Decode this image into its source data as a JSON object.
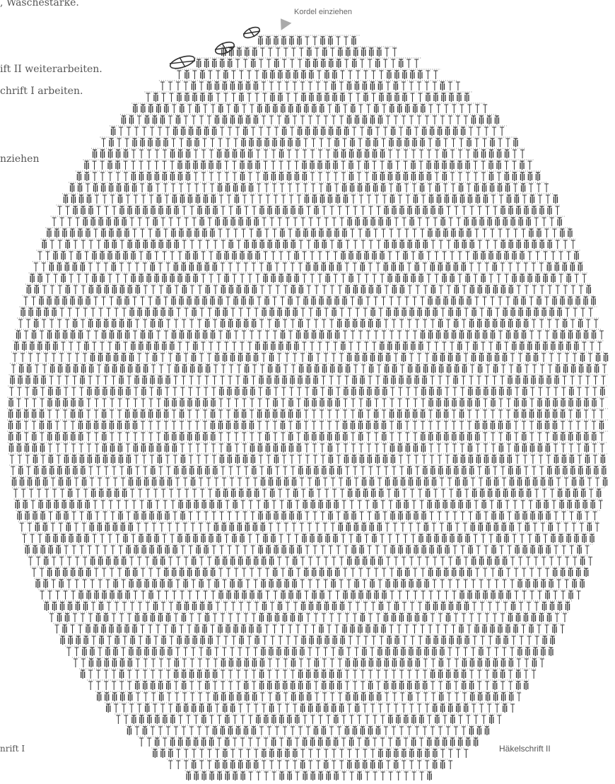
{
  "text": {
    "line1": ", Wäschestärke.",
    "line2": "ift II weiterarbeiten.",
    "line3": "chrift I arbeiten.",
    "line4": "nziehen",
    "kordel_label": "Kordel einziehen",
    "legend_left": "nrift I",
    "legend_right": "Häkelschrift II"
  },
  "colors": {
    "ink": "#2e2e2e",
    "grid": "#7a7a7a",
    "label_text": "#555555",
    "pointer": "#aaaaaa"
  },
  "icons": [
    "pointer-arrow-icon",
    "crochet-stitch-icon"
  ]
}
